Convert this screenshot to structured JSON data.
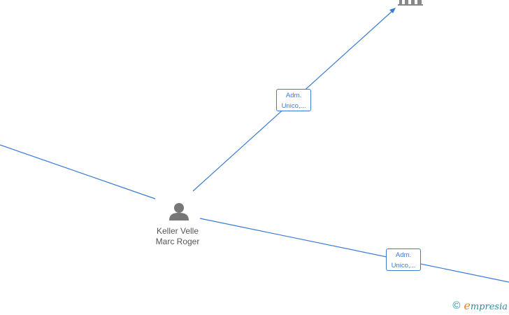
{
  "person": {
    "name_line1": "Keller Velle",
    "name_line2": "Marc Roger",
    "icon": "person-icon"
  },
  "company_node": {
    "icon": "building-icon"
  },
  "edges": [
    {
      "id": "edge-to-company",
      "label_line1": "Adm.",
      "label_line2": "Unico,..."
    },
    {
      "id": "edge-to-right",
      "label_line1": "Adm.",
      "label_line2": "Unico,..."
    },
    {
      "id": "edge-to-left"
    }
  ],
  "footer": {
    "copyright": "©",
    "brand_initial": "e",
    "brand_rest": "mpresia"
  },
  "colors": {
    "edge": "#3a7bd5",
    "node_icon": "#777777",
    "label_text": "#3a7bd5"
  }
}
